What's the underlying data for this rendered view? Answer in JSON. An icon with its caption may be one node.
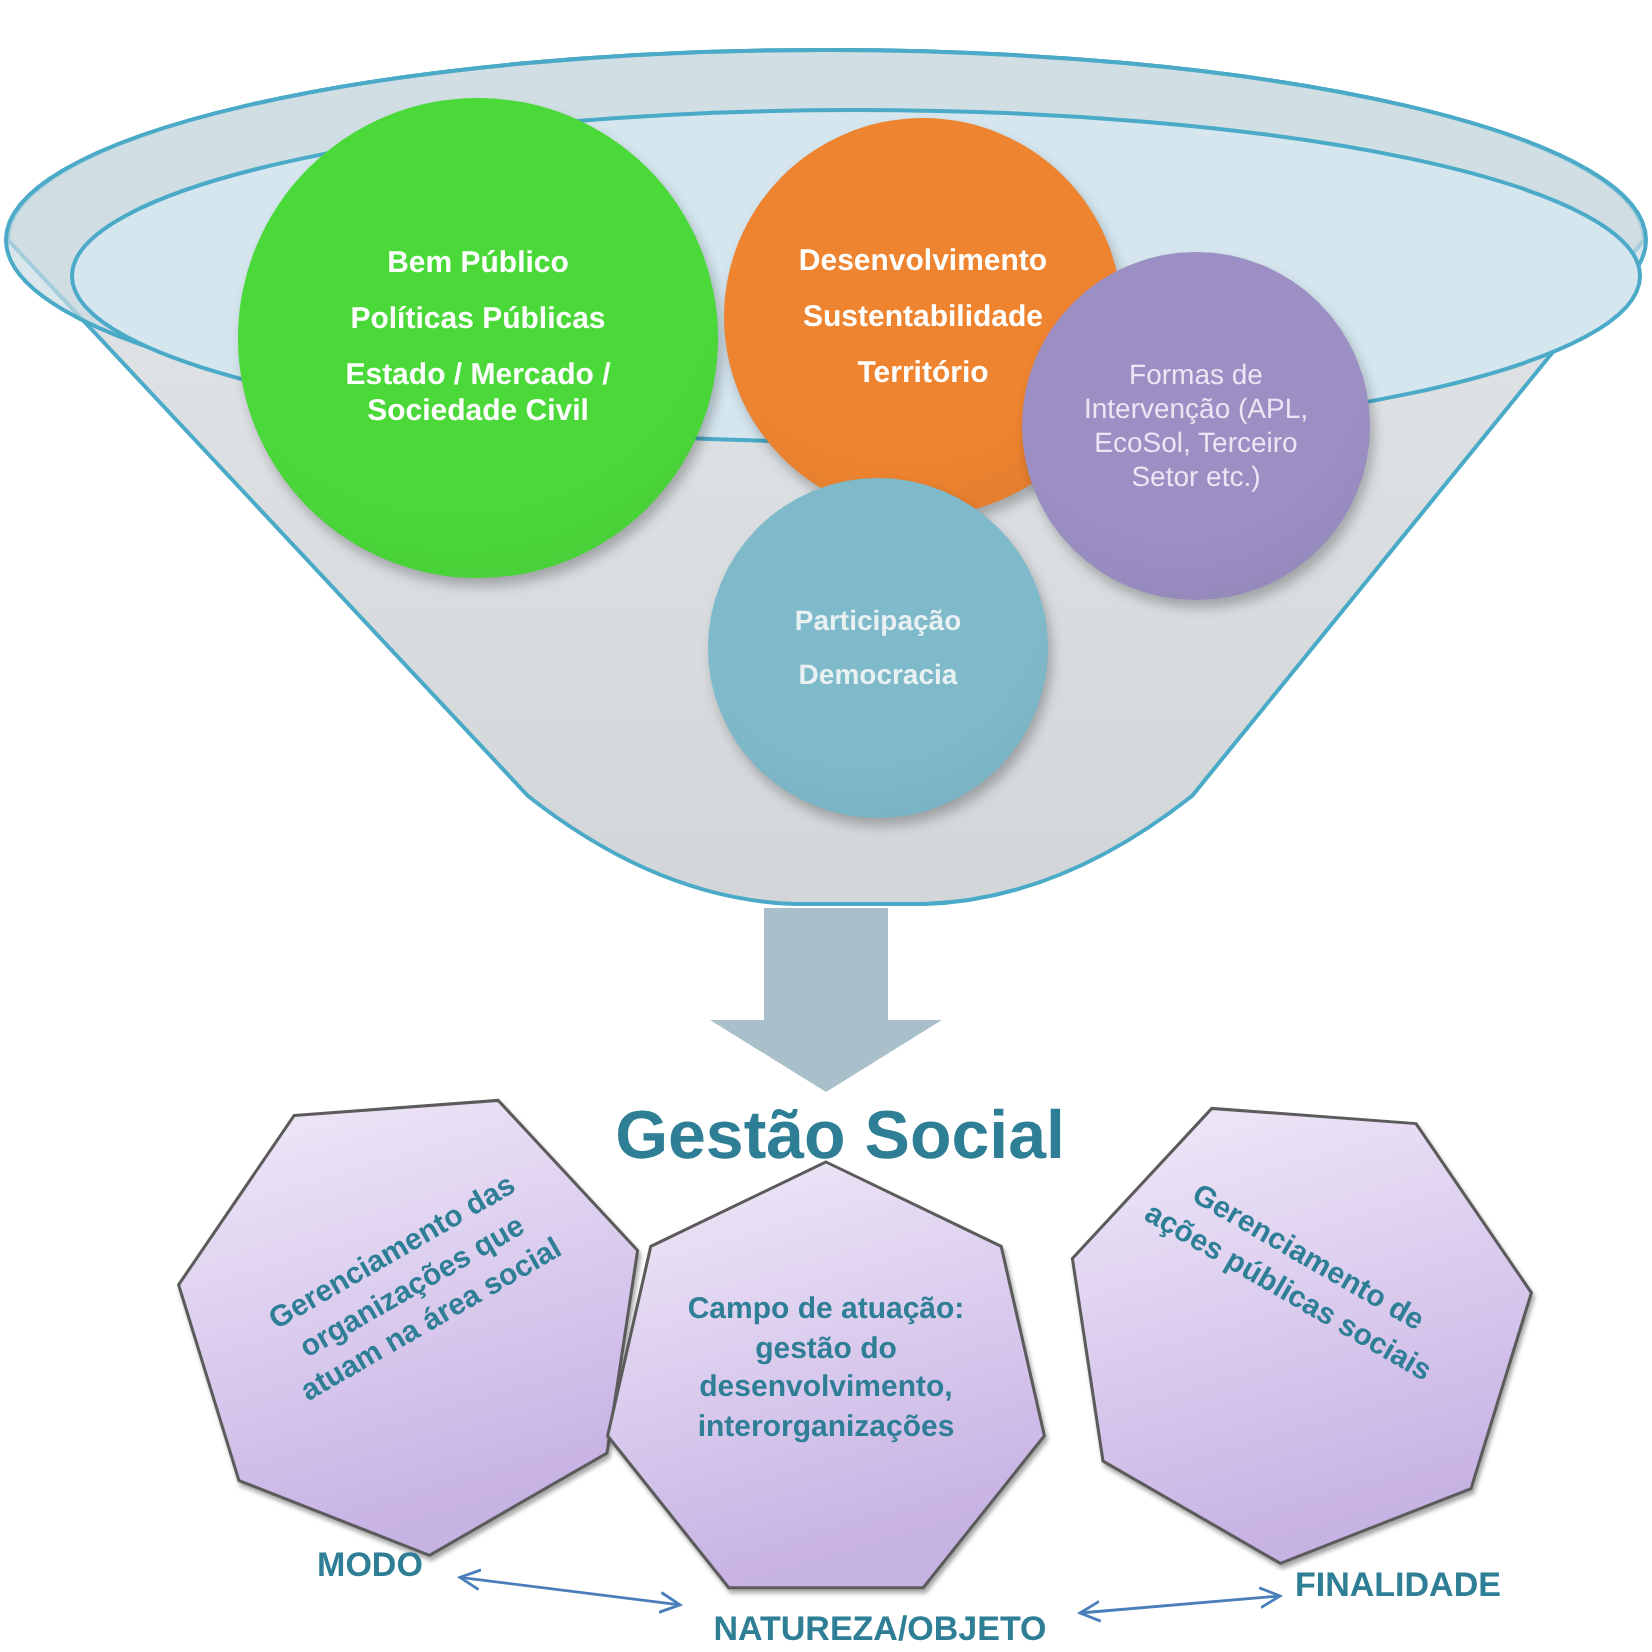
{
  "diagram": {
    "nodes": [
      {
        "text": [],
        "shape": "funnel"
      },
      {
        "text": [
          "Bem Público",
          "Políticas Públicas",
          "Estado / Mercado / Sociedade Civil"
        ],
        "in": 0
      },
      {
        "text": [
          "Desenvolvimento",
          "Sustentabilidade",
          "Território"
        ],
        "in": 0
      },
      {
        "text": [
          "Formas de Intervenção (APL, EcoSol, Terceiro Setor etc.)"
        ],
        "in": 0
      },
      {
        "text": [
          "Participação",
          "Democracia"
        ],
        "in": 0
      },
      {
        "text": [
          "Gestão Social"
        ]
      },
      {
        "text": [
          "Gerenciamento das organizações que atuam na área social"
        ]
      },
      {
        "text": [
          "Campo de atuação: gestão do desenvolvimento, interorganizações"
        ]
      },
      {
        "text": [
          "Gerenciamento de ações públicas sociais"
        ]
      },
      {
        "text": [
          "MODO"
        ]
      },
      {
        "text": [
          "NATUREZA/OBJETO"
        ]
      },
      {
        "text": [
          "FINALIDADE"
        ]
      }
    ],
    "edges": [
      {
        "from": 0,
        "to": 5,
        "arrow": "to",
        "style": "thick",
        "color": "#a9c0ca"
      },
      {
        "from": 9,
        "to": 10,
        "arrow": "both"
      },
      {
        "from": 10,
        "to": 11,
        "arrow": "both"
      }
    ]
  }
}
